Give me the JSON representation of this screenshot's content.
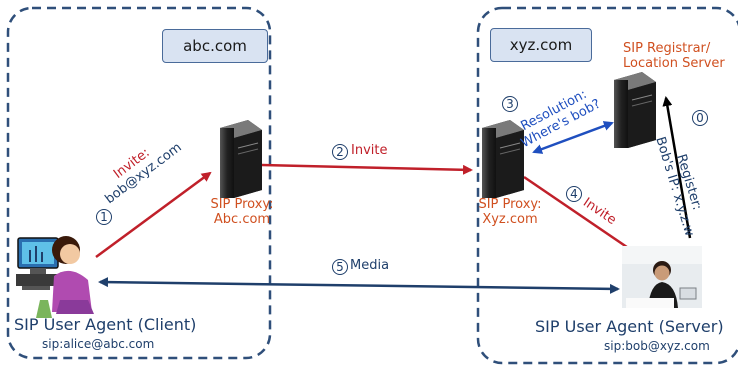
{
  "domains": {
    "left": "abc.com",
    "right": "xyz.com"
  },
  "registrar": {
    "line1": "SIP Registrar/",
    "line2": "Location Server"
  },
  "proxy_left": {
    "line1": "SIP Proxy:",
    "line2": "Abc.com"
  },
  "proxy_right": {
    "line1": "SIP Proxy:",
    "line2": "Xyz.com"
  },
  "client": {
    "title": "SIP User Agent (Client)",
    "uri": "sip:alice@abc.com"
  },
  "server": {
    "title": "SIP User Agent (Server)",
    "uri": "sip:bob@xyz.com"
  },
  "steps": {
    "s0": {
      "num": "0",
      "line1": "Register:",
      "line2": "Bob's IP: x.y.z.w"
    },
    "s1": {
      "num": "1",
      "line1": "Invite:",
      "line2": "bob@xyz.com"
    },
    "s2": {
      "num": "2",
      "label": "Invite"
    },
    "s3": {
      "num": "3",
      "line1": "Resolution:",
      "line2": "Where's bob?"
    },
    "s4": {
      "num": "4",
      "label": "Invite"
    },
    "s5": {
      "num": "5",
      "label": "Media"
    }
  },
  "colors": {
    "domain_border": "#2f4f7a",
    "invite_arrow": "#c0202a",
    "media_arrow": "#1f3f6b",
    "resolution_arrow": "#1f4fbf",
    "register_arrow": "#000000",
    "label_red": "#d05020"
  }
}
